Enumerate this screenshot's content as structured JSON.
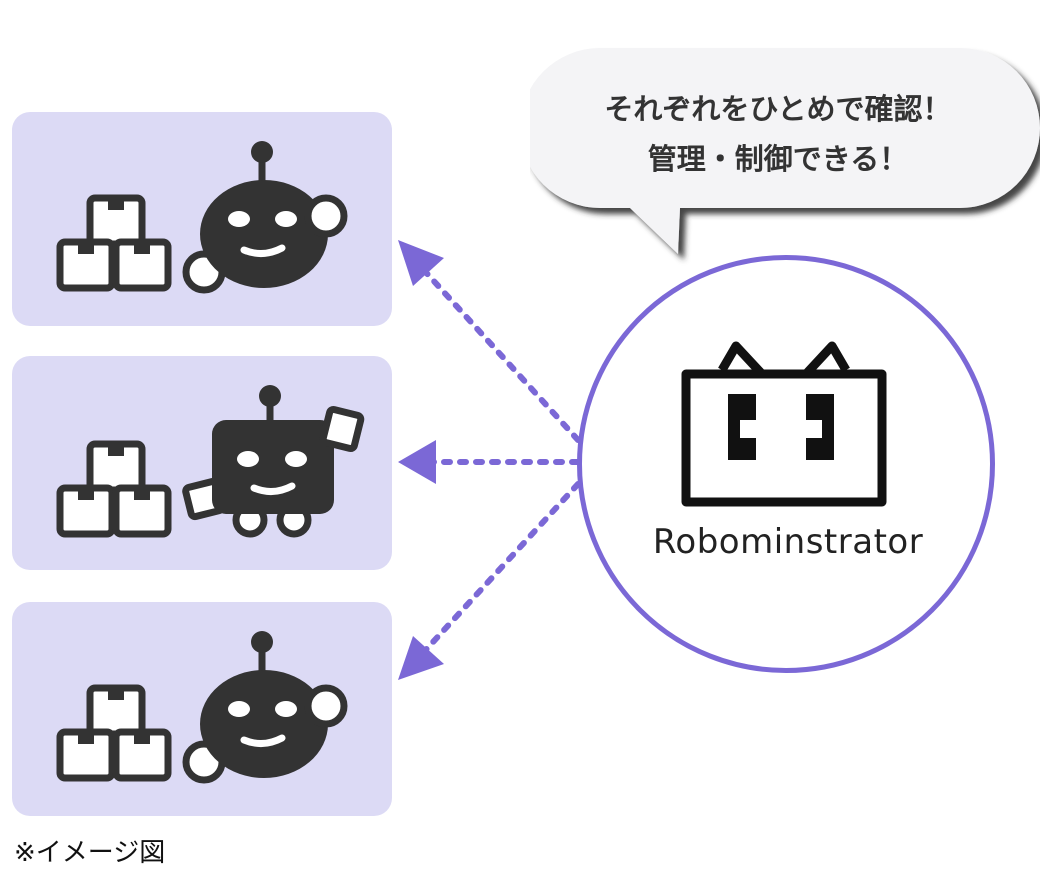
{
  "panels": [
    {
      "robot": "round-robot-icon",
      "items": "boxes-icon"
    },
    {
      "robot": "square-robot-icon",
      "items": "boxes-icon"
    },
    {
      "robot": "round-robot-icon",
      "items": "boxes-icon"
    }
  ],
  "hub": {
    "name": "Robominstrator",
    "logo": "robominstrator-logo-icon"
  },
  "bubble": {
    "line1": "それぞれをひとめで確認！",
    "line2": "管理・制御できる！"
  },
  "footnote": "※イメージ図",
  "colors": {
    "panel_bg": "#dcdaf5",
    "accent": "#7b68d6",
    "icon_dark": "#333333"
  }
}
